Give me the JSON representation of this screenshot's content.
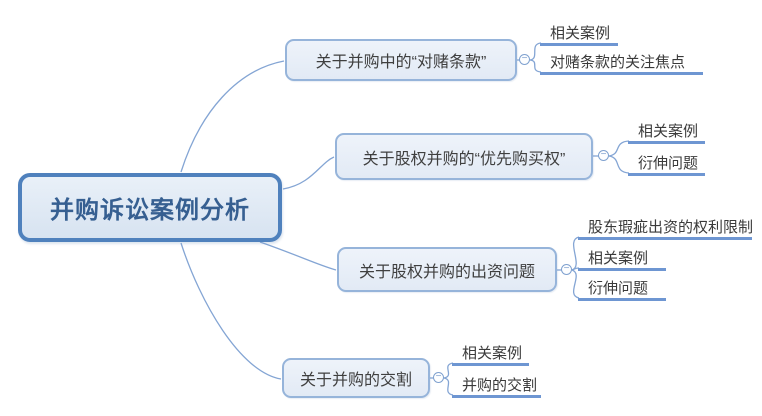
{
  "canvas": {
    "background": "#ffffff"
  },
  "colors": {
    "root_border": "#4f81bd",
    "root_fill": "#dbe6f2",
    "root_text": "#365f91",
    "branch_border": "#96b4da",
    "branch_fill": "#e7eef7",
    "branch_text": "#3f3f3f",
    "underline": "#6e96d2",
    "connector": "#84a5d4"
  },
  "mindmap": {
    "root": {
      "label": "并购诉讼案例分析"
    },
    "collapse_glyph": "−",
    "branches": [
      {
        "label": "关于并购中的“对赌条款”",
        "children": [
          {
            "label": "相关案例"
          },
          {
            "label": "对赌条款的关注焦点"
          }
        ]
      },
      {
        "label": "关于股权并购的“优先购买权”",
        "children": [
          {
            "label": "相关案例"
          },
          {
            "label": "衍伸问题"
          }
        ]
      },
      {
        "label": "关于股权并购的出资问题",
        "children": [
          {
            "label": "股东瑕疵出资的权利限制"
          },
          {
            "label": "相关案例"
          },
          {
            "label": "衍伸问题"
          }
        ]
      },
      {
        "label": "关于并购的交割",
        "children": [
          {
            "label": "相关案例"
          },
          {
            "label": "并购的交割"
          }
        ]
      }
    ]
  }
}
